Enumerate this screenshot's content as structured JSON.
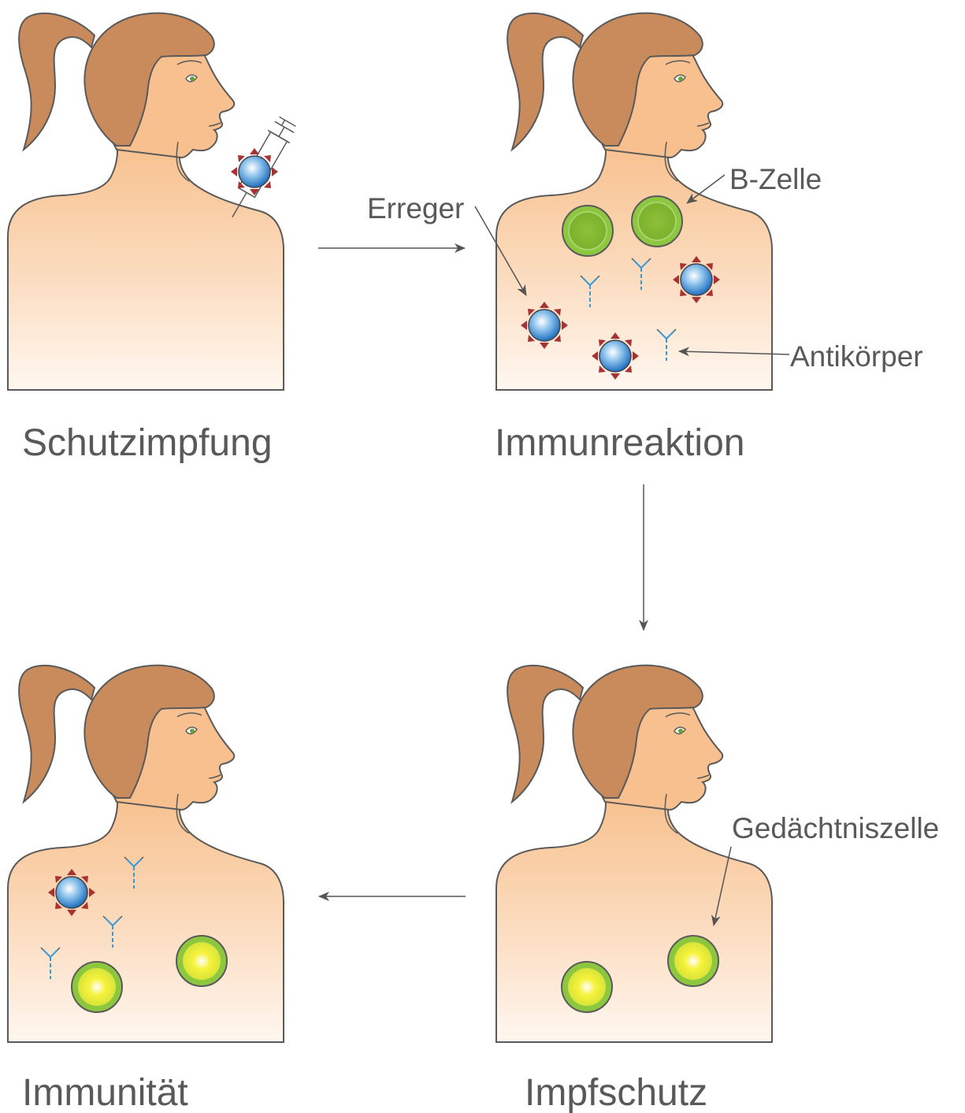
{
  "panels": [
    {
      "id": "schutzimpfung",
      "caption": "Schutzimpfung"
    },
    {
      "id": "immunreaktion",
      "caption": "Immunreaktion"
    },
    {
      "id": "impfschutz",
      "caption": "Impfschutz"
    },
    {
      "id": "immunitaet",
      "caption": "Immunität"
    }
  ],
  "labels": {
    "erreger": "Erreger",
    "b_zelle": "B-Zelle",
    "antikoerper": "Antikörper",
    "gedaechtniszelle": "Gedächtniszelle"
  },
  "colors": {
    "hair": "#c98b5c",
    "skin_top": "#f7c08e",
    "skin_bottom": "#fff6ee",
    "arrow": "#555555",
    "pathogen_core": "#2a7fc9",
    "pathogen_spike": "#a83232",
    "b_cell": "#8dc63f",
    "memory_cell": "#f7ef2a",
    "antibody": "#4aa3df"
  }
}
